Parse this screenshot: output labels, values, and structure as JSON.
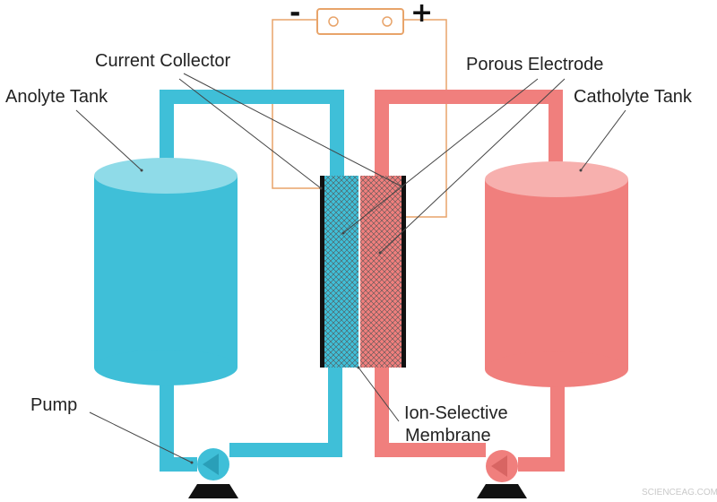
{
  "labels": {
    "current_collector": "Current Collector",
    "porous_electrode": "Porous Electrode",
    "anolyte_tank": "Anolyte Tank",
    "catholyte_tank": "Catholyte Tank",
    "pump": "Pump",
    "membrane_line1": "Ion-Selective",
    "membrane_line2": "Membrane"
  },
  "terminals": {
    "negative": "-",
    "positive": "+"
  },
  "watermark": "SCIENCEAG.COM",
  "colors": {
    "anolyte": "#3fbfd8",
    "anolyte_top": "#8fdbe8",
    "catholyte": "#f07f7d",
    "catholyte_top": "#f7b0ae",
    "wire": "#e8a46a",
    "pump_base": "#111111"
  }
}
